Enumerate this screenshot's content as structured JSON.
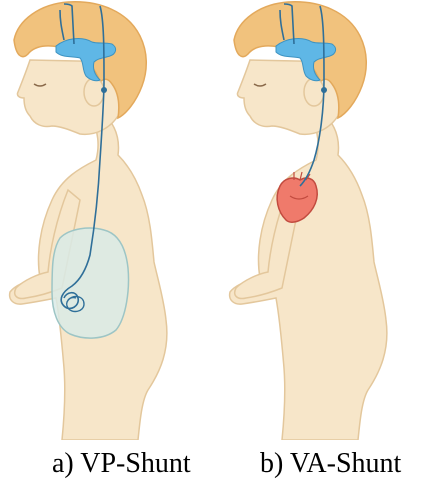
{
  "captions": {
    "a": "a)   VP-Shunt",
    "b": "b) VA-Shunt"
  },
  "panels": [
    {
      "id": "a",
      "shunt_type": "VP-Shunt",
      "target_organ": "abdomen"
    },
    {
      "id": "b",
      "shunt_type": "VA-Shunt",
      "target_organ": "heart"
    }
  ],
  "colors": {
    "skin": "#f7e6c9",
    "skin_outline": "#e3c79c",
    "hair": "#f1c27d",
    "hair_dark": "#e3a95c",
    "ventricles": "#5fb7e6",
    "catheter": "#2f6f99",
    "abdomen_fill": "#d9eae6",
    "abdomen_outline": "#9dc5c5",
    "heart_fill": "#ef7a6b",
    "heart_outline": "#c24b3f"
  }
}
